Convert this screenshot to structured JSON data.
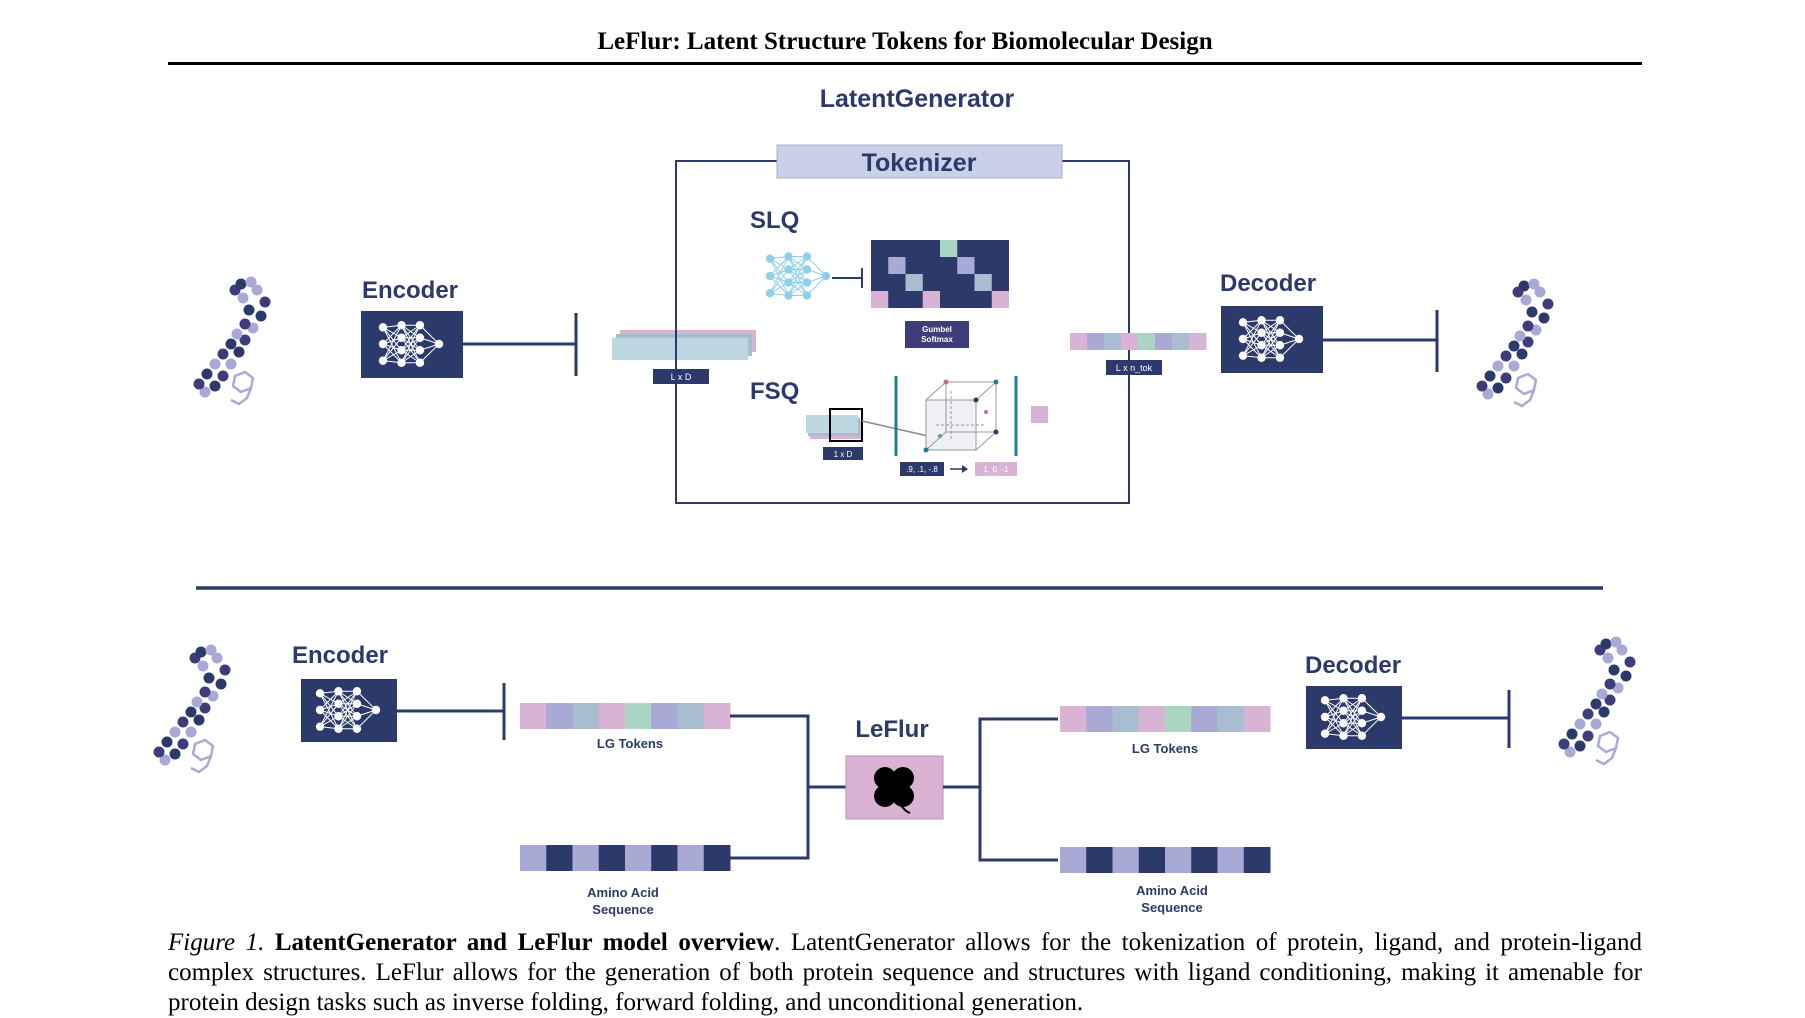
{
  "header": {
    "title": "LeFlur: Latent Structure Tokens for Biomolecular Design"
  },
  "figure": {
    "top": {
      "title": "LatentGenerator",
      "tokenizer_label": "Tokenizer",
      "encoder_label": "Encoder",
      "decoder_label": "Decoder",
      "slq_label": "SLQ",
      "fsq_label": "FSQ",
      "gumbel_label_1": "Gumbel",
      "gumbel_label_2": "Softmax",
      "lxd_label": "L x D",
      "lxntok_label": "L x n_tok",
      "onexd_label": "1 x D",
      "fsq_input_values": ".9, .1, -.8",
      "fsq_output_values": "1, 0, -1"
    },
    "bottom": {
      "encoder_label": "Encoder",
      "decoder_label": "Decoder",
      "leflur_label": "LeFlur",
      "lg_tokens_left": "LG Tokens",
      "lg_tokens_right": "LG Tokens",
      "amino_left_1": "Amino Acid",
      "amino_left_2": "Sequence",
      "amino_right_1": "Amino Acid",
      "amino_right_2": "Sequence"
    },
    "colors": {
      "navy": "#2b3a6b",
      "light_blue_box": "#c9d0e8",
      "pink": "#d9b3d4",
      "lavender": "#a9a9d6",
      "sage": "#a9d6c3",
      "grey_blue": "#a9bdd0",
      "cyan": "#8fd0e8",
      "teal": "#1f7f8c"
    }
  },
  "caption": {
    "figure_label": "Figure 1.",
    "title": "LatentGenerator and LeFlur model overview",
    "text": ". LatentGenerator allows for the tokenization of protein, ligand, and protein-ligand complex structures. LeFlur allows for the generation of both protein sequence and structures with ligand conditioning, making it amenable for protein design tasks such as inverse folding, forward folding, and unconditional generation."
  }
}
